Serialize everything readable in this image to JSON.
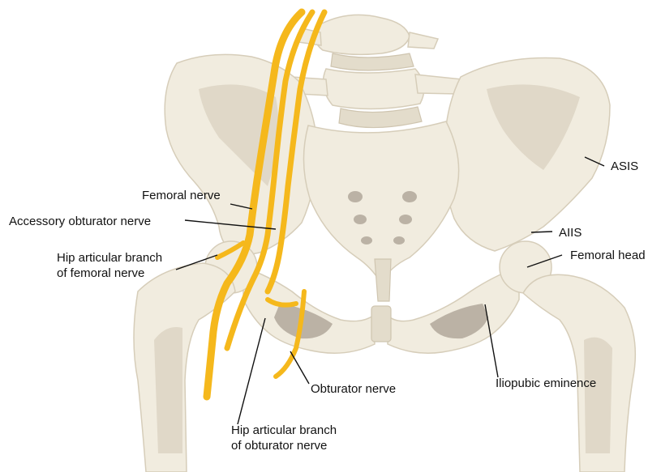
{
  "labels": {
    "femoral_nerve": "Femoral nerve",
    "accessory_obturator_nerve": "Accessory obturator nerve",
    "hip_articular_femoral": [
      "Hip articular branch",
      "of femoral nerve"
    ],
    "asis": "ASIS",
    "aiis": "AIIS",
    "femoral_head": "Femoral head",
    "iliopubic_eminence": "Iliopubic eminence",
    "obturator_nerve": "Obturator nerve",
    "hip_articular_obturator": [
      "Hip articular branch",
      "of obturator nerve"
    ]
  },
  "colors": {
    "nerve": "#f5b81c",
    "bone": "#f1ecdf",
    "bone_shadow": "#d6cdb9",
    "text": "#111111"
  }
}
